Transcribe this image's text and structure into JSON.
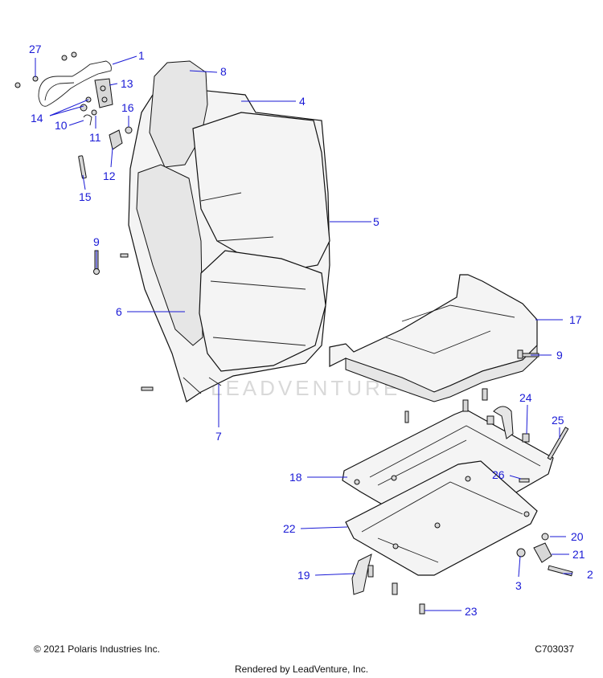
{
  "callouts": [
    {
      "id": "c1",
      "label": "1"
    },
    {
      "id": "c2",
      "label": "2"
    },
    {
      "id": "c3",
      "label": "3"
    },
    {
      "id": "c4",
      "label": "4"
    },
    {
      "id": "c5",
      "label": "5"
    },
    {
      "id": "c6",
      "label": "6"
    },
    {
      "id": "c7",
      "label": "7"
    },
    {
      "id": "c8",
      "label": "8"
    },
    {
      "id": "c9a",
      "label": "9"
    },
    {
      "id": "c9b",
      "label": "9"
    },
    {
      "id": "c10",
      "label": "10"
    },
    {
      "id": "c11",
      "label": "11"
    },
    {
      "id": "c12",
      "label": "12"
    },
    {
      "id": "c13",
      "label": "13"
    },
    {
      "id": "c14",
      "label": "14"
    },
    {
      "id": "c15",
      "label": "15"
    },
    {
      "id": "c16",
      "label": "16"
    },
    {
      "id": "c17",
      "label": "17"
    },
    {
      "id": "c18",
      "label": "18"
    },
    {
      "id": "c19",
      "label": "19"
    },
    {
      "id": "c20",
      "label": "20"
    },
    {
      "id": "c21",
      "label": "21"
    },
    {
      "id": "c22",
      "label": "22"
    },
    {
      "id": "c23",
      "label": "23"
    },
    {
      "id": "c24",
      "label": "24"
    },
    {
      "id": "c25",
      "label": "25"
    },
    {
      "id": "c26",
      "label": "26"
    },
    {
      "id": "c27",
      "label": "27"
    }
  ],
  "watermark": "LEADVENTURE",
  "footer": {
    "copyright": "© 2021 Polaris Industries Inc.",
    "drawing_id": "C703037",
    "rendered_by": "Rendered by LeadVenture, Inc."
  },
  "colors": {
    "callout": "#1a1ad6",
    "line": "#111111",
    "background": "#ffffff"
  }
}
